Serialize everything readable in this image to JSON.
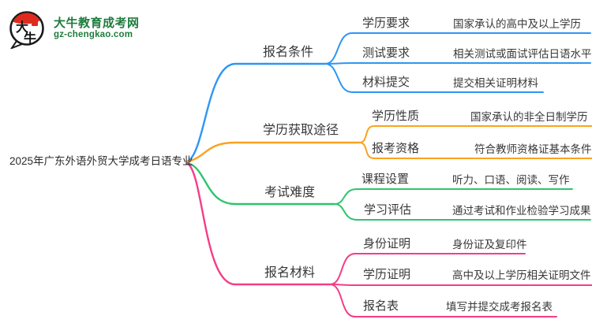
{
  "logo": {
    "title": "大牛教育成考网",
    "domain": "gz-chengkao.com",
    "icon_char_top": "大",
    "icon_char_bottom": "牛",
    "brand_green": "#1e7b3d",
    "brand_red": "#df2b1e"
  },
  "root": {
    "label": "2025年广东外语外贸大学成考日语专业"
  },
  "branches": [
    {
      "label": "报名条件",
      "color": "#2e96f3",
      "children": [
        {
          "label": "学历要求",
          "value": "国家承认的高中及以上学历"
        },
        {
          "label": "测试要求",
          "value": "相关测试或面试评估日语水平"
        },
        {
          "label": "材料提交",
          "value": "提交相关证明材料"
        }
      ]
    },
    {
      "label": "学历获取途径",
      "color": "#faa21e",
      "children": [
        {
          "label": "学历性质",
          "value": "国家承认的非全日制学历"
        },
        {
          "label": "报考资格",
          "value": "符合教师资格证基本条件"
        }
      ]
    },
    {
      "label": "考试难度",
      "color": "#2ec56f",
      "children": [
        {
          "label": "课程设置",
          "value": "听力、口语、阅读、写作"
        },
        {
          "label": "学习评估",
          "value": "通过考试和作业检验学习成果"
        }
      ]
    },
    {
      "label": "报名材料",
      "color": "#f53d87",
      "children": [
        {
          "label": "身份证明",
          "value": "身份证及复印件"
        },
        {
          "label": "学历证明",
          "value": "高中及以上学历相关证明文件"
        },
        {
          "label": "报名表",
          "value": "填写并提交成考报名表"
        }
      ]
    }
  ]
}
